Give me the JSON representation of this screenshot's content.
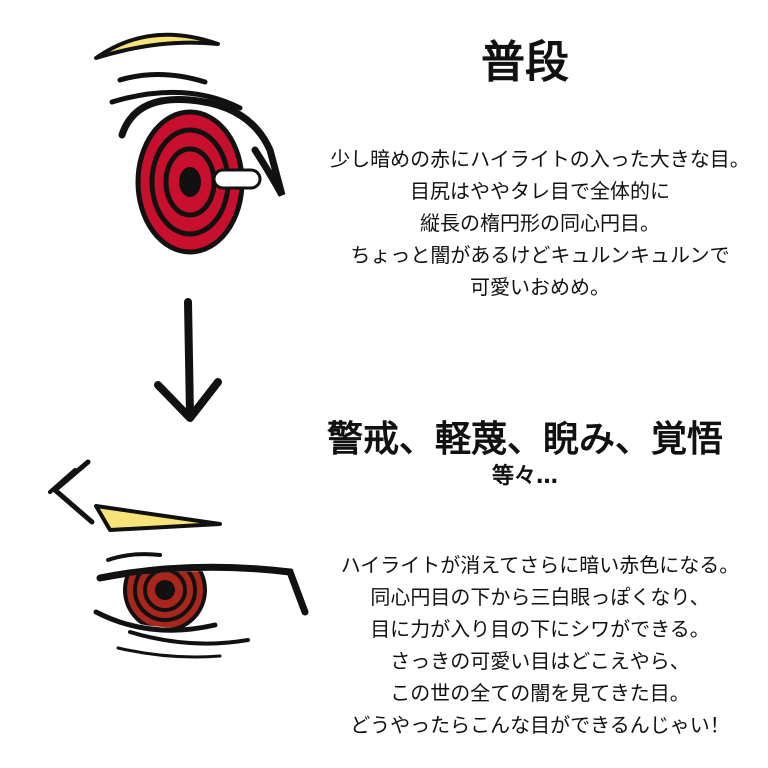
{
  "normal": {
    "title": "普段",
    "lines": [
      "少し暗めの赤にハイライトの入った大きな目。",
      "目尻はややタレ目で全体的に",
      "縦長の楕円形の同心円目。",
      "ちょっと闇があるけどキュルンキュルンで",
      "可愛いおめめ。"
    ]
  },
  "serious": {
    "title": "警戒、軽蔑、睨み、覚悟",
    "subtitle": "等々…",
    "lines": [
      "ハイライトが消えてさらに暗い赤色になる。",
      "同心円目の下から三白眼っぽくなり、",
      "目に力が入り目の下にシワができる。",
      "さっきの可愛い目はどこえやら、",
      "この世の全ての闇を見てきた目。",
      "どうやったらこんな目ができるんじゃい！"
    ]
  },
  "colors": {
    "eyebrow": "#f7e37a",
    "iris_normal": "#c8102e",
    "iris_serious": "#a8261c"
  }
}
